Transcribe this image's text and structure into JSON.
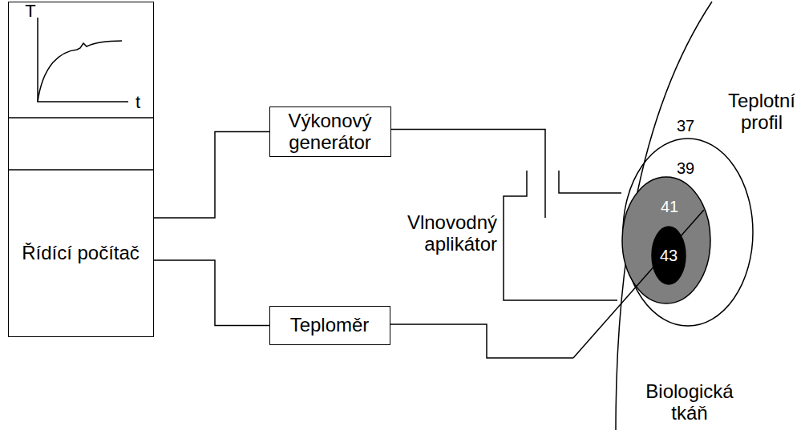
{
  "diagram": {
    "nodes": [
      {
        "text": [
          "Řídící počítač"
        ]
      },
      {
        "text": [
          "Výkonový generátor"
        ]
      },
      {
        "text": [
          "Teploměr"
        ]
      },
      {
        "text": [
          "39"
        ]
      },
      {
        "text": [
          "41"
        ],
        "in": 3
      },
      {
        "text": [
          "43"
        ],
        "in": 4
      }
    ],
    "edges": [
      {
        "from": 0,
        "to": 1,
        "arrow": "none"
      },
      {
        "from": 0,
        "to": 2,
        "arrow": "none"
      }
    ],
    "labels": [
      "T",
      "t",
      "37",
      "Vlnovodný aplikátor",
      "Teplotní profil",
      "Biologická tkáň"
    ]
  }
}
